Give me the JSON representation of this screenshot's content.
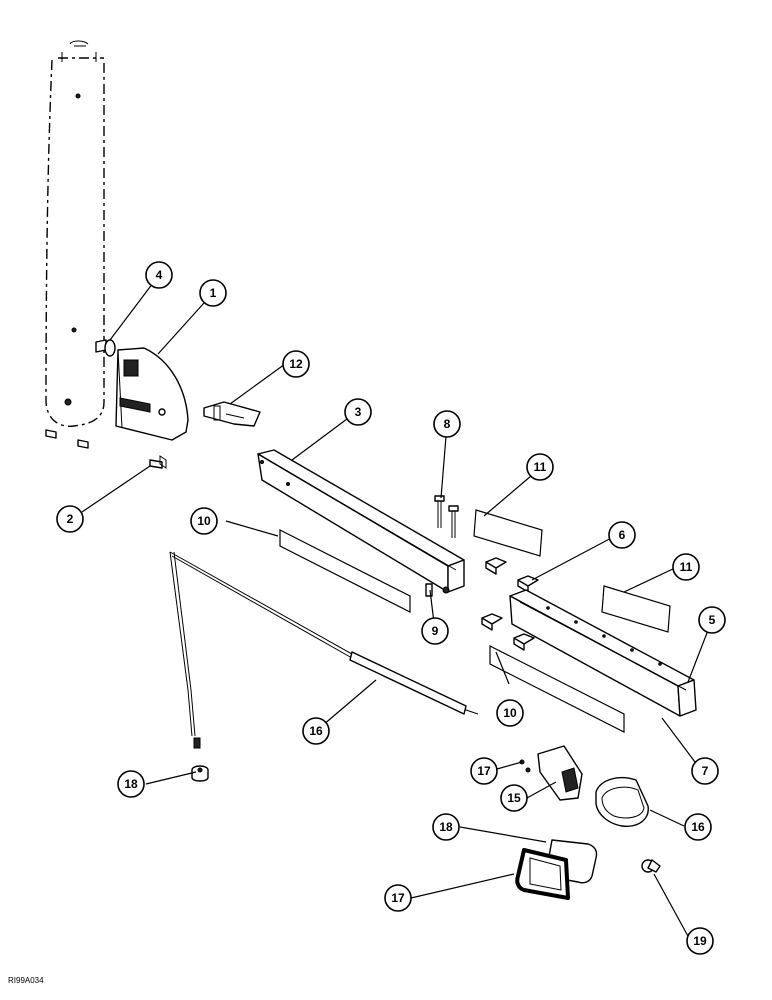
{
  "drawing_code": "RI99A034",
  "callouts": [
    {
      "label": "1"
    },
    {
      "label": "2"
    },
    {
      "label": "3"
    },
    {
      "label": "4"
    },
    {
      "label": "5"
    },
    {
      "label": "6"
    },
    {
      "label": "7"
    },
    {
      "label": "8"
    },
    {
      "label": "9"
    },
    {
      "label": "10"
    },
    {
      "label": "10"
    },
    {
      "label": "11"
    },
    {
      "label": "11"
    },
    {
      "label": "12"
    },
    {
      "label": "15"
    },
    {
      "label": "16"
    },
    {
      "label": "16"
    },
    {
      "label": "17"
    },
    {
      "label": "17"
    },
    {
      "label": "18"
    },
    {
      "label": "18"
    },
    {
      "label": "19"
    }
  ]
}
